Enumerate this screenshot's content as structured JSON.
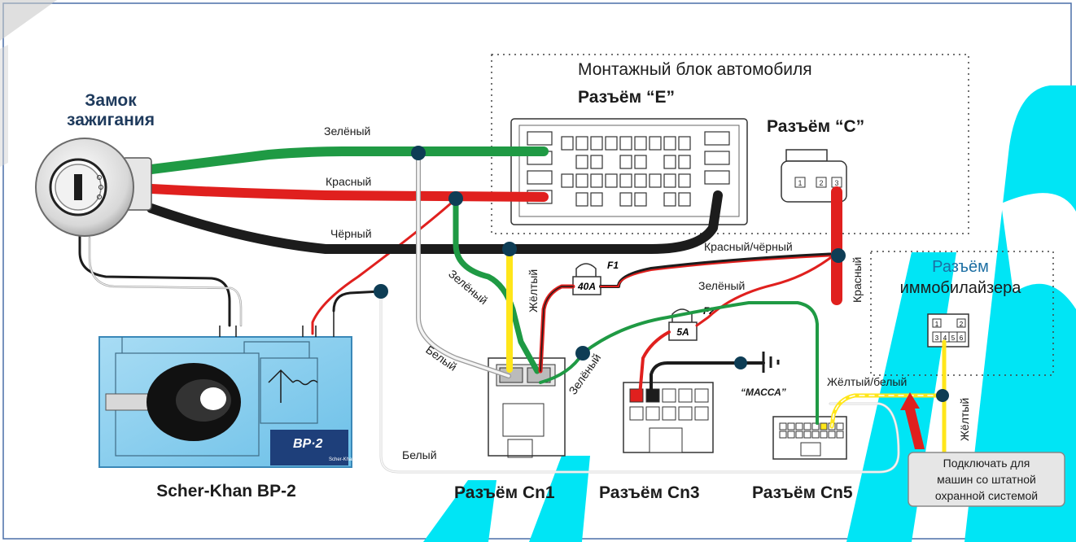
{
  "labels": {
    "ignition_lock": [
      "Замок",
      "зажигания"
    ],
    "module_name": "Scher-Khan BP-2",
    "module_badge": "BP·2",
    "module_logo": "Scher-Khan",
    "mount_block": "Монтажный блок автомобиля",
    "connector_e": "Разъём “E”",
    "connector_c": "Разъём “C”",
    "immo_connector": [
      "Разъём",
      "иммобилайзера"
    ],
    "cn1": "Разъём Cn1",
    "cn3": "Разъём Cn3",
    "cn5": "Разъём Cn5",
    "fuse_f1": "F1",
    "fuse_f1_rating": "40A",
    "fuse_f2": "F2",
    "fuse_f2_rating": "5A",
    "ground": "“МАССА”",
    "pin_numbers_c": [
      "1",
      "2",
      "3"
    ],
    "pin_numbers_immo": [
      "1",
      "2",
      "3",
      "4",
      "5",
      "6"
    ],
    "note": [
      "Подключать для",
      "машин со штатной",
      "охранной системой"
    ]
  },
  "wire_labels": {
    "green_top": "Зелёный",
    "red_top": "Красный",
    "black_top": "Чёрный",
    "green_left": "Зелёный",
    "yellow_cn1": "Жёлтый",
    "white_cn1": "Белый",
    "green_cn1": "Зелёный",
    "red_black": "Красный/чёрный",
    "green_cn5": "Зелёный",
    "red_vertical": "Красный",
    "yellow_white": "Жёлтый/белый",
    "yellow_vertical": "Жёлтый",
    "white_bottom": "Белый"
  },
  "colors": {
    "green": "#1f9a44",
    "red": "#e0201e",
    "black": "#1c1c1c",
    "yellow": "#ffe61a",
    "white_wire": "#f4f4f4",
    "module_bg": "#8fd0ee",
    "node": "#0e3d55",
    "frame": "#4a6fa8",
    "watermark": "#00e5f5"
  },
  "icons": [
    "key-icon",
    "ground-icon",
    "arrow-up-icon",
    "relay-icon"
  ]
}
